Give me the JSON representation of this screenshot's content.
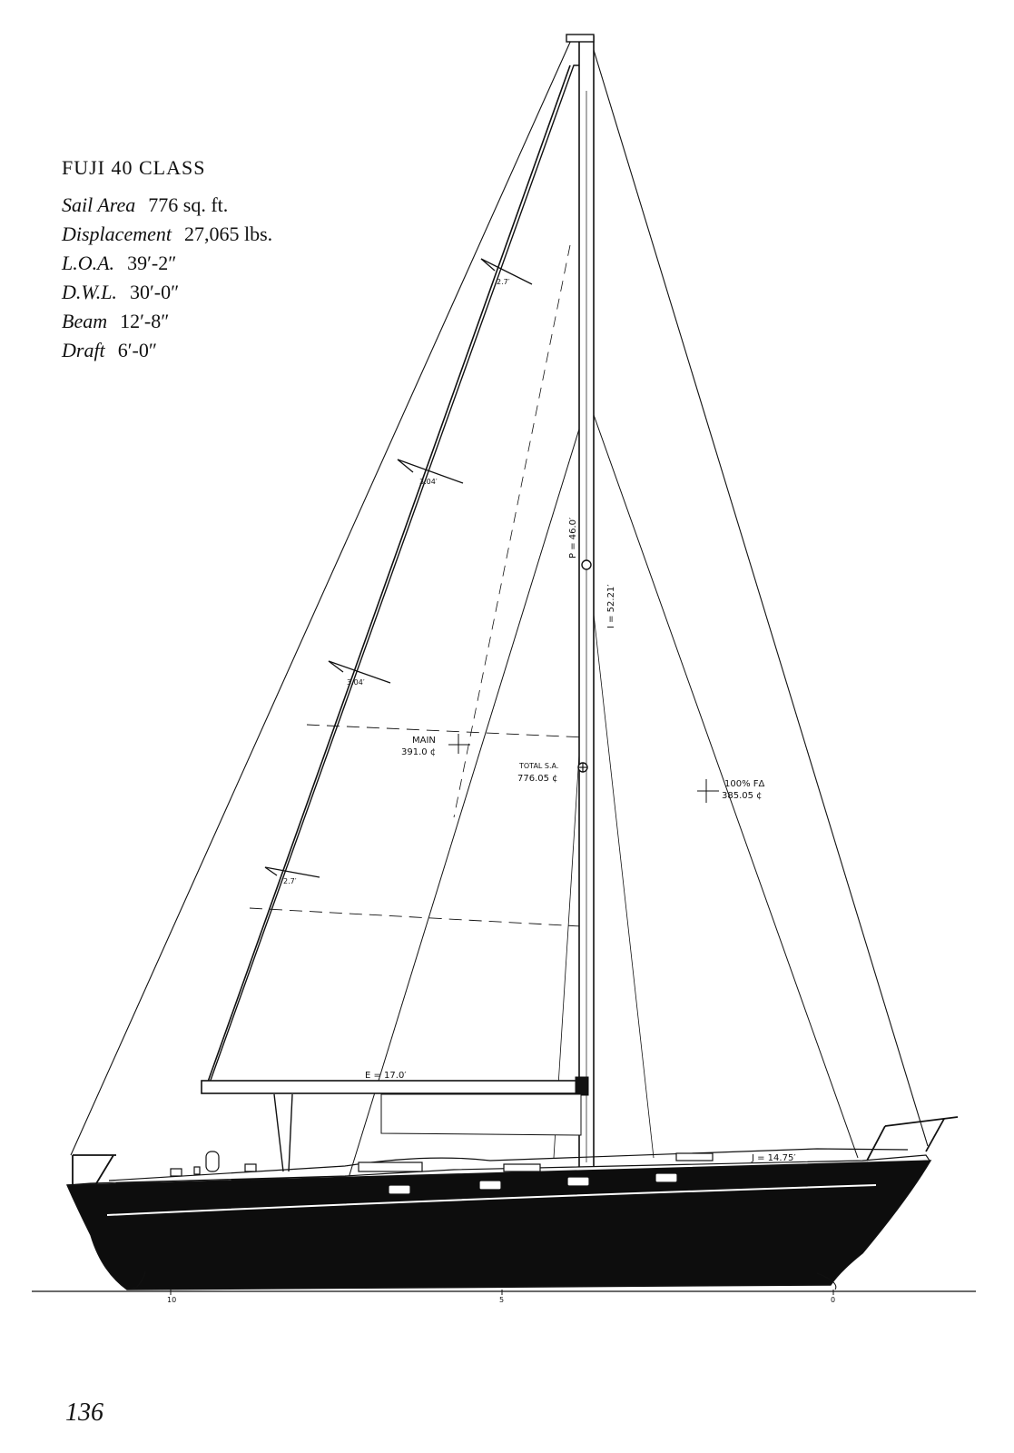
{
  "title": "FUJI 40 CLASS",
  "specs": [
    {
      "label": "Sail Area",
      "value": "776 sq. ft."
    },
    {
      "label": "Displacement",
      "value": "27,065 lbs."
    },
    {
      "label": "L.O.A.",
      "value": "39′-2″"
    },
    {
      "label": "D.W.L.",
      "value": "30′-0″"
    },
    {
      "label": "Beam",
      "value": "12′-8″"
    },
    {
      "label": "Draft",
      "value": "6′-0″"
    }
  ],
  "annotations": {
    "batten_1": "2.7′",
    "batten_2": "3.04′",
    "batten_3": "3.04′",
    "batten_4": "2.7′",
    "p_dim": "P = 46.0′",
    "i_dim": "I = 52.21′",
    "main_label": "MAIN",
    "main_area": "391.0 ¢",
    "total_label": "TOTAL S.A.",
    "total_area": "776.05 ¢",
    "fa_label": "100% FΔ",
    "fa_area": "385.05 ¢",
    "e_dim": "E = 17.0′",
    "j_dim": "J = 14.75′"
  },
  "scale_marks": [
    "10",
    "5",
    "0"
  ],
  "page_number": "136",
  "colors": {
    "ink": "#111111",
    "paper": "#ffffff"
  }
}
